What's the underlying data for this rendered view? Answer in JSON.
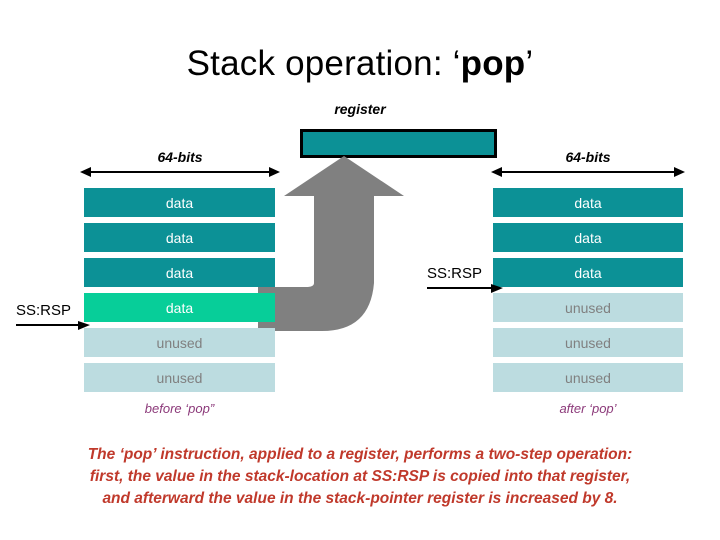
{
  "slide": {
    "title_prefix": "Stack operation: ‘",
    "title_bold": "pop",
    "title_suffix": "’",
    "register_label": "register"
  },
  "colors": {
    "data_cell": "#0C9196",
    "top_cell": "#07CE99",
    "unused_cell": "#BCDCE0",
    "arrow_gray": "#808080",
    "caption_purple": "#8C3A7A",
    "explain_red": "#C0392B",
    "register_border": "#000000"
  },
  "left_stack": {
    "width_label": "64-bits",
    "pointer_label": "SS:RSP",
    "caption": "before ‘pop”",
    "cells": [
      {
        "text": "data",
        "kind": "data"
      },
      {
        "text": "data",
        "kind": "data"
      },
      {
        "text": "data",
        "kind": "data"
      },
      {
        "text": "data",
        "kind": "top"
      },
      {
        "text": "unused",
        "kind": "unused"
      },
      {
        "text": "unused",
        "kind": "unused"
      }
    ]
  },
  "right_stack": {
    "width_label": "64-bits",
    "pointer_label": "SS:RSP",
    "caption": "after ‘pop’",
    "cells": [
      {
        "text": "data",
        "kind": "data"
      },
      {
        "text": "data",
        "kind": "data"
      },
      {
        "text": "data",
        "kind": "data"
      },
      {
        "text": "unused",
        "kind": "unused"
      },
      {
        "text": "unused",
        "kind": "unused"
      },
      {
        "text": "unused",
        "kind": "unused"
      }
    ]
  },
  "explanation": {
    "line1": "The ‘pop’ instruction, applied to a register, performs a two-step operation:",
    "line2": "first, the value in the stack-location at SS:RSP is copied into that register,",
    "line3": "and afterward the value in the stack-pointer register is increased by 8."
  }
}
